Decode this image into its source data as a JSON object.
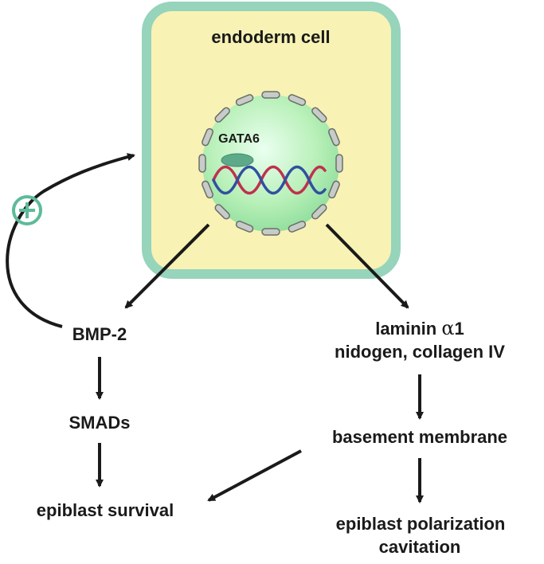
{
  "cell": {
    "title": "endoderm cell",
    "factor": "GATA6"
  },
  "feedback_symbol": "⊕",
  "left_pathway": {
    "signal": "BMP-2",
    "mediator": "SMADs",
    "outcome": "epiblast survival"
  },
  "right_pathway": {
    "matrix_line1_prefix": "laminin ",
    "matrix_line1_greek": "α",
    "matrix_line1_suffix": "1",
    "matrix_line2": "nidogen, collagen IV",
    "structure": "basement membrane",
    "outcome_line1": "epiblast polarization",
    "outcome_line2": "cavitation"
  },
  "colors": {
    "cell_fill": "#f8f2b4",
    "cell_border": "#96d4bc",
    "nucleus_fill": "#b8f0b8",
    "envelope_segment": "#c8ccc8",
    "gata_protein": "#5daa8a",
    "dna_strand_red": "#c03050",
    "dna_strand_blue": "#3050a0",
    "arrow": "#1a1a1a",
    "plus_symbol": "#5dbb98"
  }
}
